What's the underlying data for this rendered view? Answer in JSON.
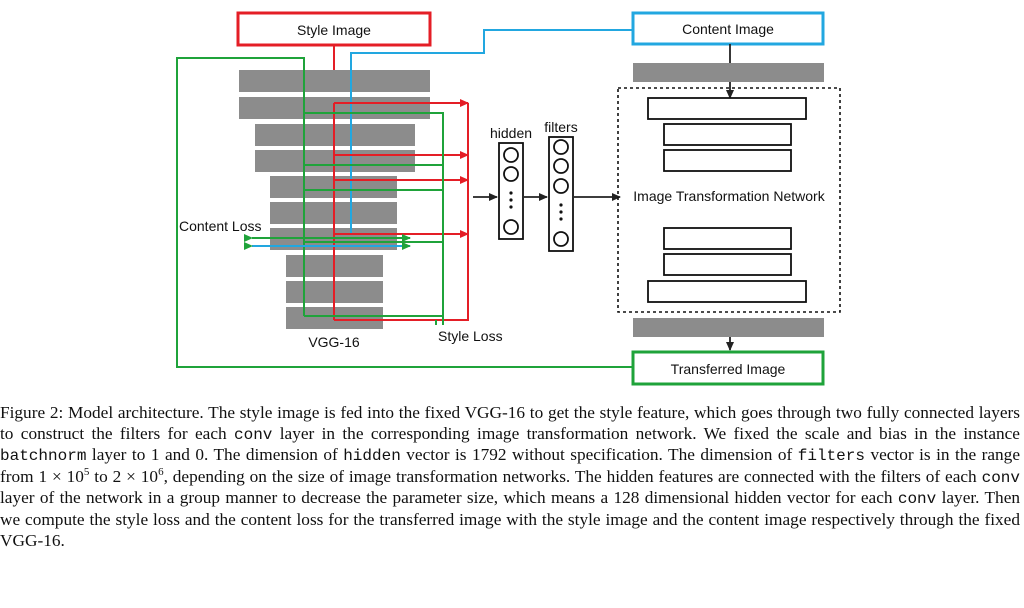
{
  "figure": {
    "style_image": "Style Image",
    "content_image": "Content Image",
    "transferred_image": "Transferred Image",
    "content_loss": "Content Loss",
    "style_loss": "Style Loss",
    "vgg": "VGG-16",
    "hidden": "hidden",
    "filters": "filters",
    "itn": "Image Transformation Network",
    "colors": {
      "style": "#e41e26",
      "content": "#22a7e0",
      "transferred": "#1fa33a",
      "layer": "#8c8c8c"
    }
  },
  "caption": {
    "t1": "Figure 2: Model architecture. The style image is fed into the fixed VGG-16 to get the style feature, which goes through two fully connected layers to construct the filters for each ",
    "c1": "conv",
    "t2": " layer in the corresponding image transformation network. We fixed the scale and bias in the instance ",
    "c2": "batchnorm",
    "t3": " layer to 1 and 0.  The dimension of ",
    "c3": "hidden",
    "t4": " vector is 1792 without specification. The dimension of ",
    "c4": "filters",
    "t5": " vector is in the range from 1 × 10",
    "e1": "5",
    "t6": " to 2 × 10",
    "e2": "6",
    "t7": ", depending on the size of image transformation networks. The hidden features are connected with the filters of each ",
    "c5": "conv",
    "t8": " layer of the network in a group manner to decrease the parameter size, which means a 128 dimensional hidden vector for each ",
    "c6": "conv",
    "t9": " layer. Then we compute the style loss and the content loss for the transferred image with the style image and the content image respectively through the fixed VGG-16."
  }
}
